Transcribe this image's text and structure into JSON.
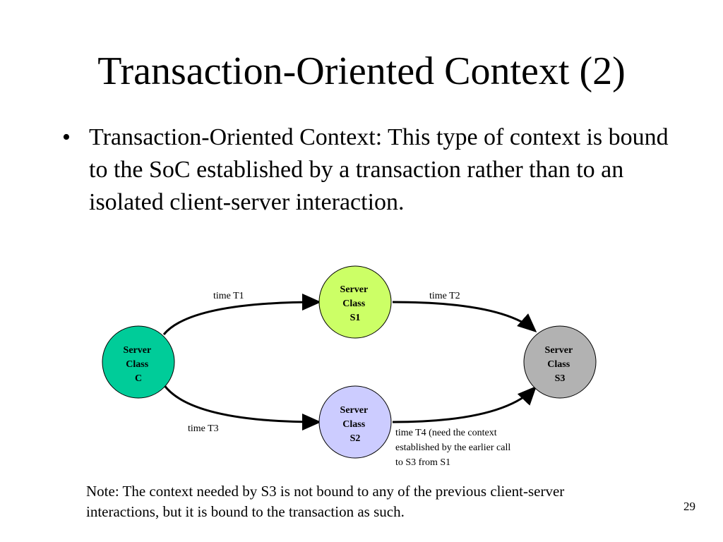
{
  "slide": {
    "title": "Transaction-Oriented Context (2)",
    "bullet_symbol": "•",
    "bullet_text": "Transaction-Oriented Context: This type of context is bound to the SoC established by a transaction rather than to an isolated client-server interaction.",
    "note": "Note: The context needed by S3 is not bound to any of the previous client-server interactions, but it is bound to the transaction as such.",
    "page_number": "29"
  },
  "diagram": {
    "nodes": {
      "c": {
        "lines": [
          "Server",
          "Class",
          "C"
        ],
        "fill": "#00cc99"
      },
      "s1": {
        "lines": [
          "Server",
          "Class",
          "S1"
        ],
        "fill": "#ccff66"
      },
      "s2": {
        "lines": [
          "Server",
          "Class",
          "S2"
        ],
        "fill": "#ccccff"
      },
      "s3": {
        "lines": [
          "Server",
          "Class",
          "S3"
        ],
        "fill": "#b2b2b2"
      }
    },
    "edges": {
      "t1": "time T1",
      "t2": "time T2",
      "t3": "time T3",
      "t4": [
        "time T4   (need the context",
        "established by the earlier call",
        "to S3 from S1"
      ]
    }
  }
}
